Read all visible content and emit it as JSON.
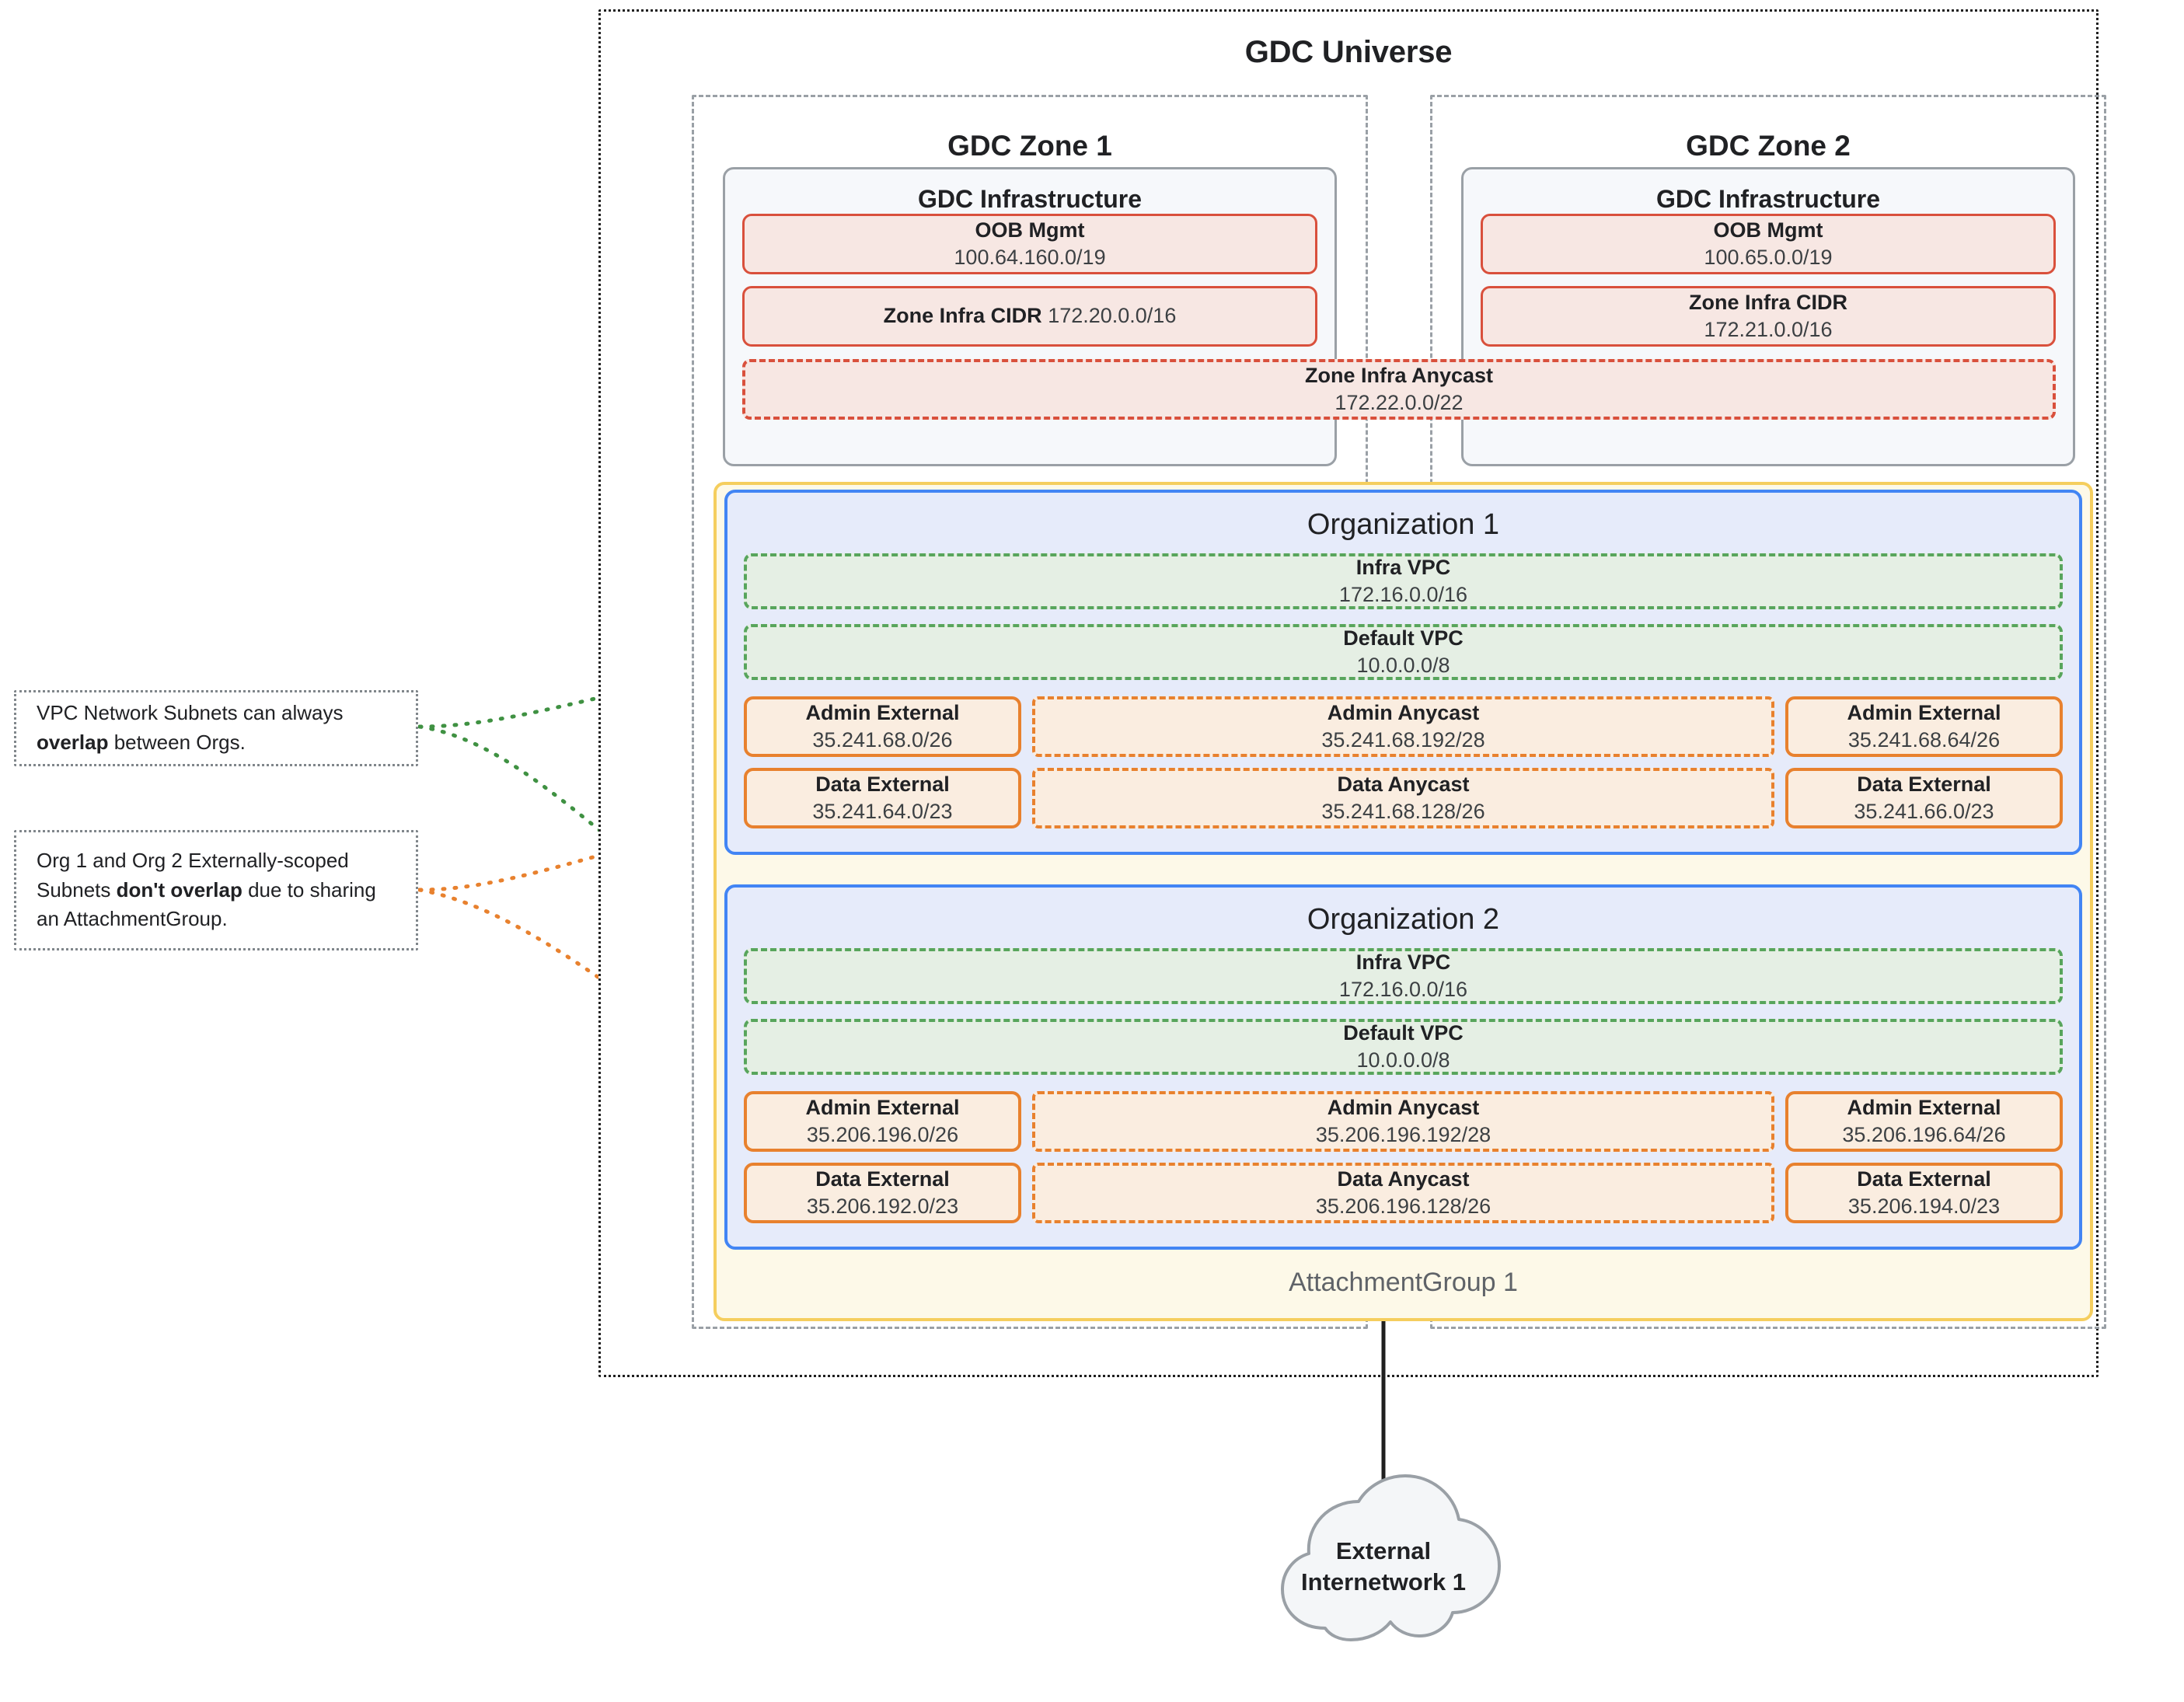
{
  "universe": {
    "title": "GDC Universe"
  },
  "zones": [
    {
      "title": "GDC Zone 1",
      "infra_title": "GDC Infrastructure",
      "oob": {
        "label": "OOB Mgmt",
        "cidr": "100.64.160.0/19"
      },
      "zone_infra_cidr": {
        "label": "Zone Infra CIDR",
        "cidr": "172.20.0.0/16",
        "inline": true
      }
    },
    {
      "title": "GDC Zone 2",
      "infra_title": "GDC Infrastructure",
      "oob": {
        "label": "OOB Mgmt",
        "cidr": "100.65.0.0/19"
      },
      "zone_infra_cidr": {
        "label": "Zone Infra CIDR",
        "cidr": "172.21.0.0/16",
        "inline": false
      }
    }
  ],
  "zone_infra_anycast": {
    "label": "Zone Infra Anycast",
    "cidr": "172.22.0.0/22"
  },
  "attachment_group": {
    "label": "AttachmentGroup 1"
  },
  "organizations": [
    {
      "title": "Organization 1",
      "infra_vpc": {
        "label": "Infra VPC",
        "cidr": "172.16.0.0/16"
      },
      "default_vpc": {
        "label": "Default VPC",
        "cidr": "10.0.0.0/8"
      },
      "admin_external_left": {
        "label": "Admin External",
        "cidr": "35.241.68.0/26"
      },
      "admin_anycast": {
        "label": "Admin Anycast",
        "cidr": "35.241.68.192/28"
      },
      "admin_external_right": {
        "label": "Admin External",
        "cidr": "35.241.68.64/26"
      },
      "data_external_left": {
        "label": "Data External",
        "cidr": "35.241.64.0/23"
      },
      "data_anycast": {
        "label": "Data Anycast",
        "cidr": "35.241.68.128/26"
      },
      "data_external_right": {
        "label": "Data External",
        "cidr": "35.241.66.0/23"
      }
    },
    {
      "title": "Organization 2",
      "infra_vpc": {
        "label": "Infra VPC",
        "cidr": "172.16.0.0/16"
      },
      "default_vpc": {
        "label": "Default VPC",
        "cidr": "10.0.0.0/8"
      },
      "admin_external_left": {
        "label": "Admin External",
        "cidr": "35.206.196.0/26"
      },
      "admin_anycast": {
        "label": "Admin Anycast",
        "cidr": "35.206.196.192/28"
      },
      "admin_external_right": {
        "label": "Admin External",
        "cidr": "35.206.196.64/26"
      },
      "data_external_left": {
        "label": "Data External",
        "cidr": "35.206.192.0/23"
      },
      "data_anycast": {
        "label": "Data Anycast",
        "cidr": "35.206.196.128/26"
      },
      "data_external_right": {
        "label": "Data External",
        "cidr": "35.206.194.0/23"
      }
    }
  ],
  "callouts": [
    {
      "pre": "VPC Network Subnets can always ",
      "bold": "overlap",
      "post": " between Orgs.",
      "connector_color": "#3f9142"
    },
    {
      "pre": "Org 1 and Org 2 Externally-scoped Subnets ",
      "bold": "don't overlap",
      "post": " due to sharing an AttachmentGroup.",
      "connector_color": "#e8812e"
    }
  ],
  "external_network": {
    "label_line1": "External",
    "label_line2": "Internetwork 1"
  },
  "colors": {
    "red_border": "#d9503c",
    "red_fill": "#f7e7e3",
    "orange_border": "#e8812e",
    "orange_fill": "#faede0",
    "green_border": "#58a55c",
    "green_fill": "#e5efe4",
    "blue_border": "#4285f4",
    "blue_fill": "#e6ebfa",
    "yellow_border": "#f5ce5e",
    "yellow_fill": "#fdf9e8",
    "gray_border": "#9aa0a6",
    "gray_fill": "#f6f8fb"
  }
}
